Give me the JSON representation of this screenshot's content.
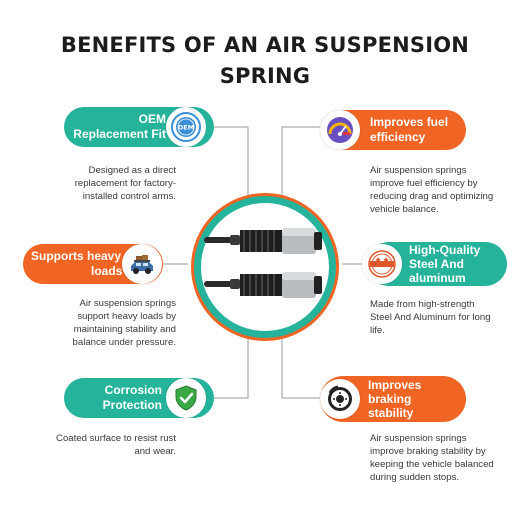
{
  "title_line1": "BENEFITS OF AN AIR SUSPENSION",
  "title_line2": "SPRING",
  "colors": {
    "teal": "#26b39b",
    "orange": "#f06424",
    "line": "#9a9a9a"
  },
  "benefits": [
    {
      "label_line1": "OEM",
      "label_line2": "Replacement Fit",
      "icon": "oem-badge-icon",
      "badge_text": "OEM",
      "description": [
        "Designed as a direct",
        "replacement for factory-",
        "installed control arms."
      ]
    },
    {
      "label_line1": "Improves fuel",
      "label_line2": "efficiency",
      "icon": "fuel-gauge-icon",
      "description": [
        "Air suspension springs",
        "improve fuel efficiency by",
        "reducing drag and optimizing",
        "vehicle balance."
      ]
    },
    {
      "label_line1": "Supports heavy",
      "label_line2": "loads",
      "icon": "loaded-car-icon",
      "description": [
        "Air suspension springs",
        "support heavy loads by",
        "maintaining stability and",
        "balance under pressure."
      ]
    },
    {
      "label_line1": "High-Quality",
      "label_line2": "Steel And",
      "label_line3": "aluminum",
      "icon": "quality-stamp-icon",
      "description": [
        "Made from high-strength",
        "Steel And Aluminum for long",
        "life."
      ]
    },
    {
      "label_line1": "Corrosion",
      "label_line2": "Protection",
      "icon": "shield-check-icon",
      "description": [
        "Coated surface to resist rust",
        "and wear."
      ]
    },
    {
      "label_line1": "Improves",
      "label_line2": "braking",
      "label_line3": "stability",
      "icon": "brake-disc-icon",
      "description": [
        "Air suspension springs",
        "improve braking stability by",
        "keeping the vehicle balanced",
        "during sudden stops."
      ]
    }
  ]
}
